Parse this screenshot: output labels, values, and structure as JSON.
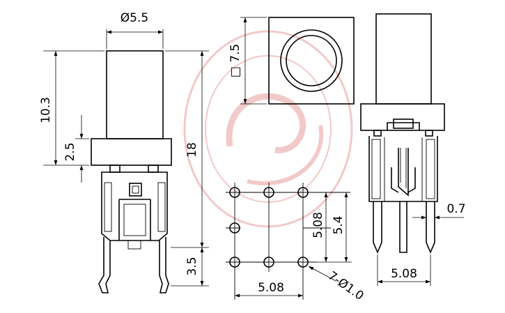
{
  "dimensions": {
    "cap_diameter": "Ø5.5",
    "height_10_3": "10.3",
    "cap_height": "2.5",
    "total_height": "18",
    "pin_length": "3.5",
    "square_size": "□ 7.5",
    "pitch_h": "5.08",
    "pitch_v1": "5.08",
    "pitch_v2": "5.4",
    "holes": "7-Ø1.0",
    "side_pitch": "5.08",
    "pin_width": "0.7"
  },
  "colors": {
    "line": "#000000",
    "watermark": "#f0c4c4"
  }
}
